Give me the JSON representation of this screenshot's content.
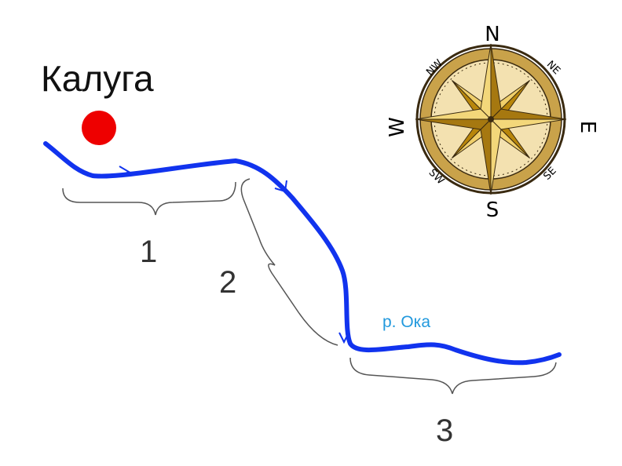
{
  "city": {
    "name": "Калуга"
  },
  "river": {
    "label": "р. Ока"
  },
  "segments": [
    "1",
    "2",
    "3"
  ],
  "compass": {
    "north": "N",
    "south": "S",
    "east": "E",
    "west": "W",
    "northwest": "NW",
    "northeast": "NE",
    "southwest": "SW",
    "southeast": "SE"
  },
  "colors": {
    "river": "#1133ee",
    "river_label": "#2299dd",
    "city_marker": "#ee0000",
    "brace": "#555555",
    "compass_ring": "#c9a24a",
    "compass_star": "#d9ab3c"
  },
  "icons": {
    "city_marker": "city-marker-icon",
    "compass": "compass-rose-icon",
    "flow_arrow": "flow-direction-arrow-icon"
  }
}
